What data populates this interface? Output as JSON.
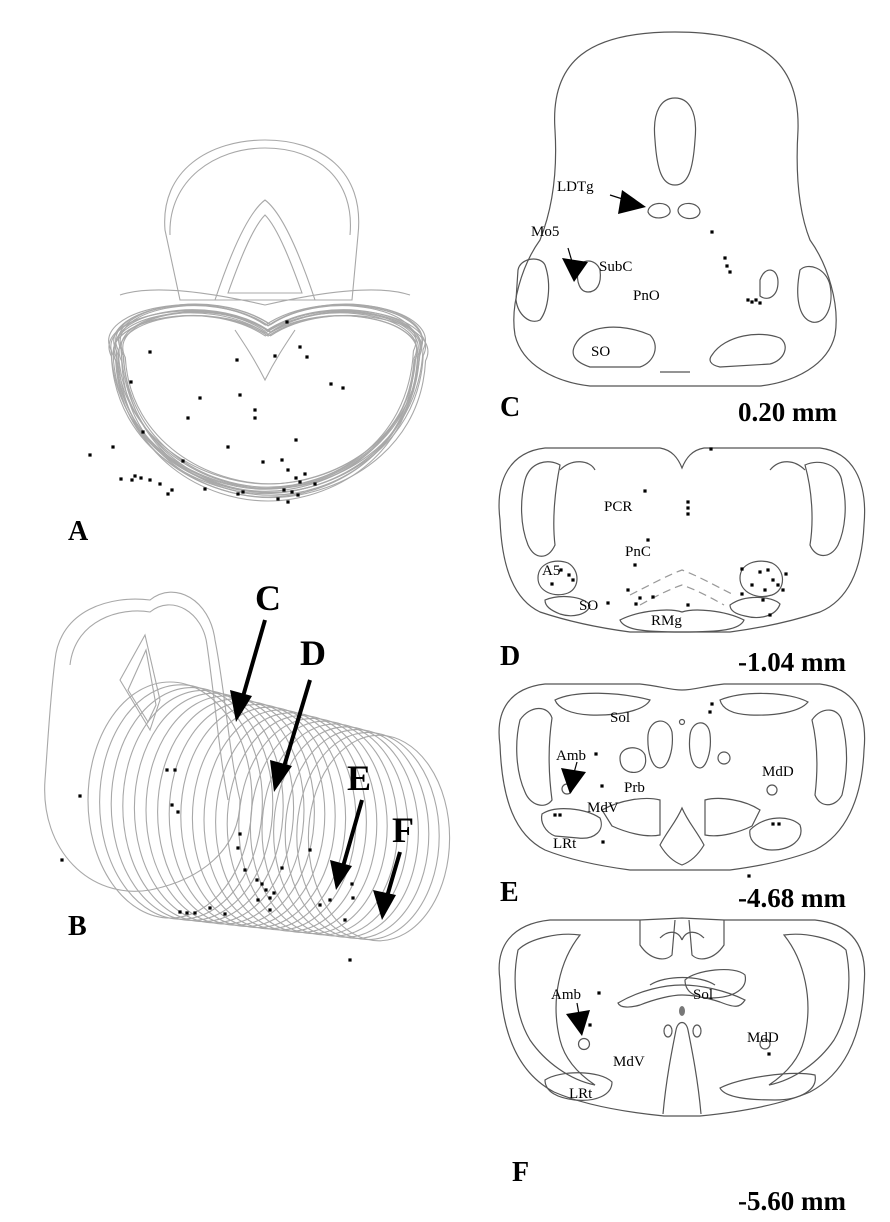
{
  "panels": {
    "A": {
      "letter": "A"
    },
    "B": {
      "letter": "B",
      "arrows": [
        "C",
        "D",
        "E",
        "F"
      ]
    },
    "C": {
      "letter": "C",
      "depth": "0.20 mm",
      "labels": [
        "LDTg",
        "Mo5",
        "SubC",
        "PnO",
        "SO"
      ]
    },
    "D": {
      "letter": "D",
      "depth": "-1.04 mm",
      "labels": [
        "PCR",
        "PnC",
        "A5",
        "SO",
        "RMg"
      ]
    },
    "E": {
      "letter": "E",
      "depth": "-4.68 mm",
      "labels": [
        "Sol",
        "Amb",
        "Prb",
        "MdD",
        "MdV",
        "LRt"
      ]
    },
    "F": {
      "letter": "F",
      "depth": "-5.60 mm",
      "labels": [
        "Sol",
        "Amb",
        "MdD",
        "MdV",
        "LRt"
      ]
    }
  }
}
